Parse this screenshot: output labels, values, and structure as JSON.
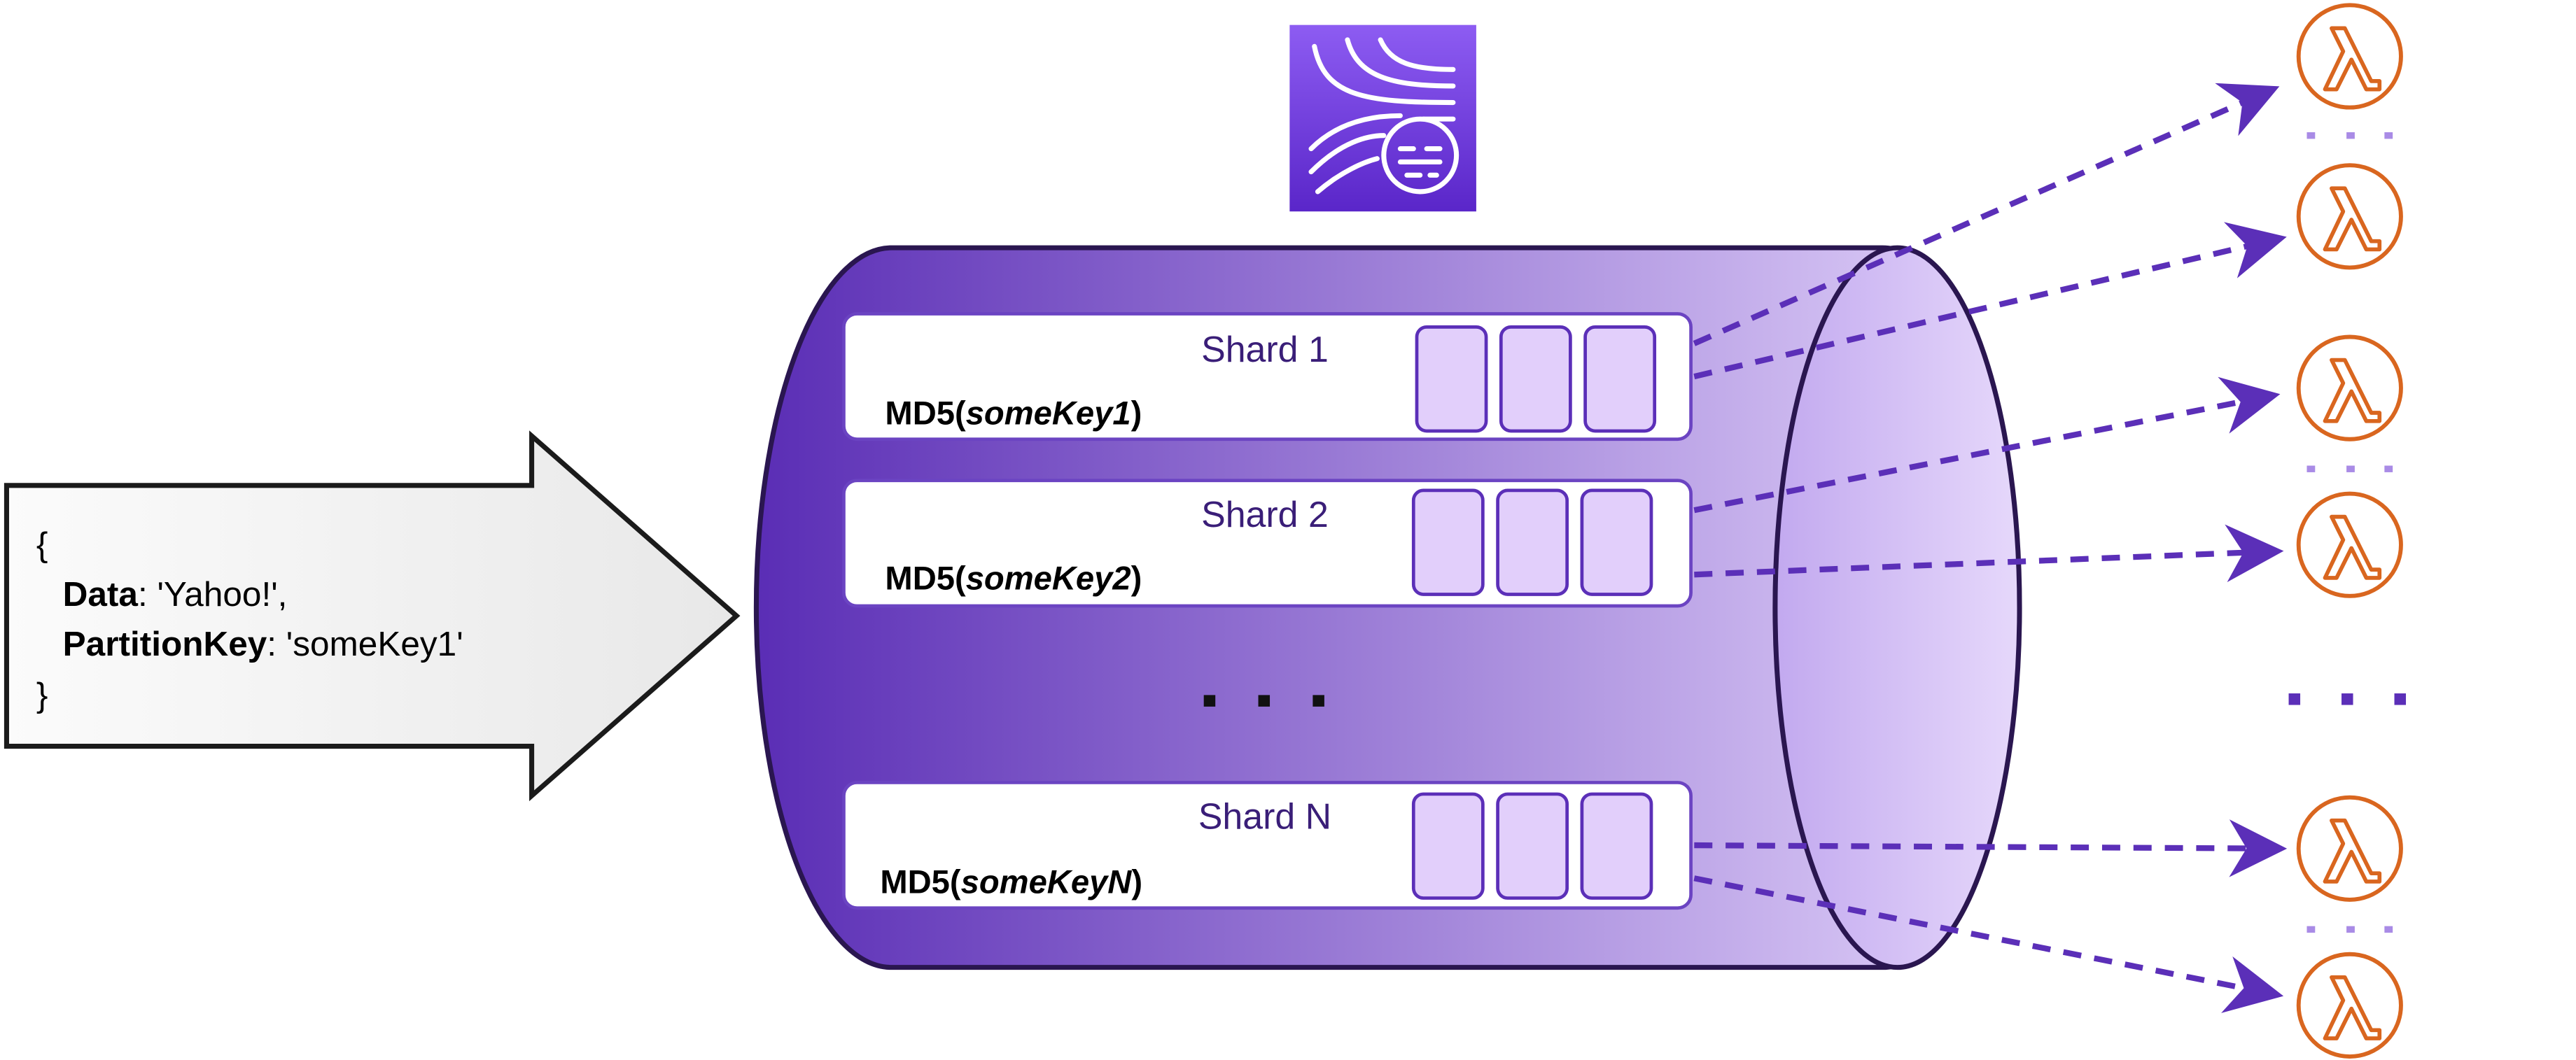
{
  "record": {
    "open_brace": "{",
    "data_key": "Data",
    "data_value": ": 'Yahoo!',",
    "partition_key": "PartitionKey",
    "partition_value": ": 'someKey1'",
    "close_brace": "}"
  },
  "shards": [
    {
      "title": "Shard 1",
      "hash_prefix": "MD5(",
      "hash_key": "someKey1",
      "hash_suffix": ")"
    },
    {
      "title": "Shard 2",
      "hash_prefix": "MD5(",
      "hash_key": "someKey2",
      "hash_suffix": ")"
    },
    {
      "title": "Shard N",
      "hash_prefix": "MD5(",
      "hash_key": "someKeyN",
      "hash_suffix": ")"
    }
  ],
  "icons": {
    "stream": "kinesis-data-streams-icon",
    "consumer": "lambda-icon"
  },
  "colors": {
    "stream_dark": "#5A2DB5",
    "stream_light": "#E2D3FA",
    "outline": "#2A1650",
    "arrow": "#5B2FB8",
    "lambda": "#D9661F",
    "shard_text": "#3A1E78",
    "record_arrow_fill": "#F0F0F0"
  }
}
